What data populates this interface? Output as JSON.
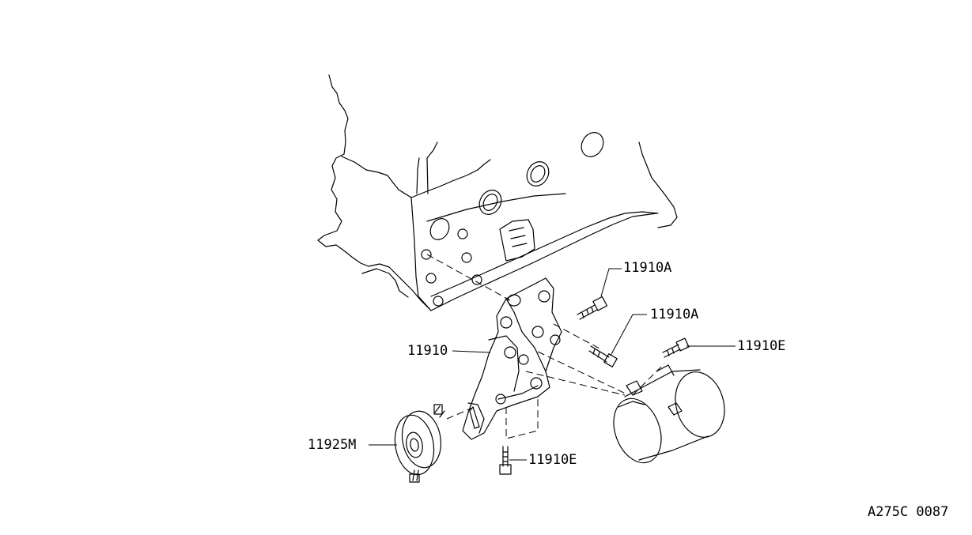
{
  "diagram": {
    "labels": {
      "bolt_a_upper": "11910A",
      "bolt_a_lower": "11910A",
      "bolt_e_right": "11910E",
      "bracket": "11910",
      "pulley": "11925M",
      "bolt_e_bottom": "11910E"
    },
    "figure_code": "A275C 0087"
  }
}
